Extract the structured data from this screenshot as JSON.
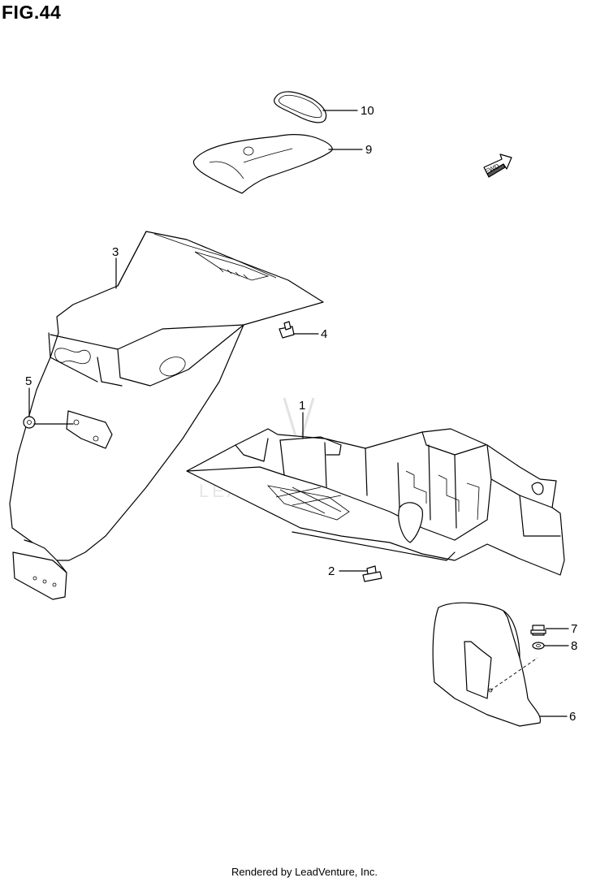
{
  "figure": {
    "title": "FIG.44"
  },
  "footer": {
    "text": "Rendered by LeadVenture, Inc."
  },
  "watermark": {
    "text": "LEADVENTURE",
    "color": "#e6e6e6"
  },
  "fwd_arrow": {
    "label": "FWD"
  },
  "callouts": [
    {
      "number": "1"
    },
    {
      "number": "2"
    },
    {
      "number": "3"
    },
    {
      "number": "4"
    },
    {
      "number": "5"
    },
    {
      "number": "6"
    },
    {
      "number": "7"
    },
    {
      "number": "8"
    },
    {
      "number": "9"
    },
    {
      "number": "10"
    }
  ]
}
